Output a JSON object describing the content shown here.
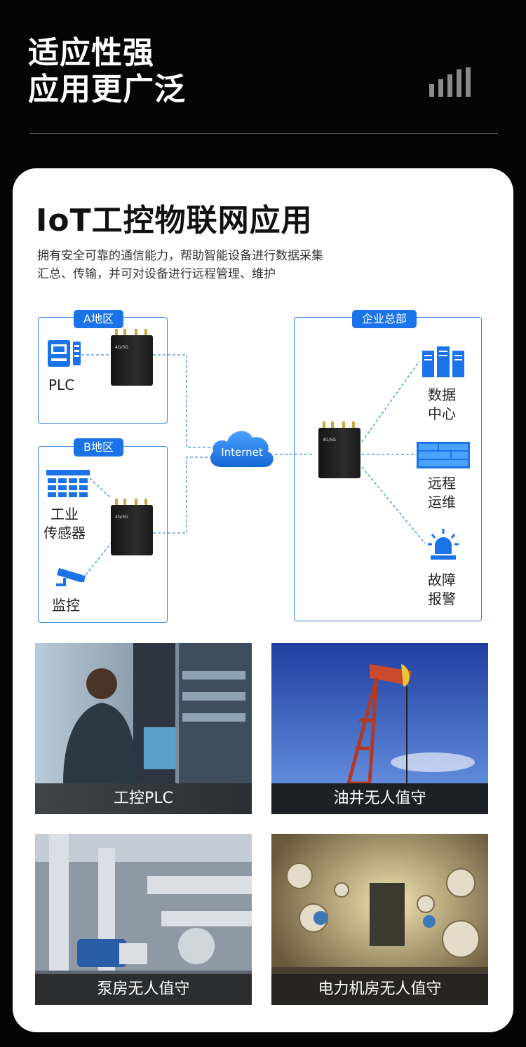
{
  "hero": {
    "line1": "适应性强",
    "line2": "应用更广泛"
  },
  "card": {
    "title": "IoT工控物联网应用",
    "description_line1": "拥有安全可靠的通信能力，帮助智能设备进行数据采集",
    "description_line2": "汇总、传输，并可对设备进行远程管理、维护"
  },
  "diagram": {
    "region_a": {
      "tag": "A地区",
      "device": "PLC"
    },
    "region_b": {
      "tag": "B地区",
      "sensor_line1": "工业",
      "sensor_line2": "传感器",
      "camera": "监控"
    },
    "cloud": "Internet",
    "hq": {
      "tag": "企业总部",
      "data_center_line1": "数据",
      "data_center_line2": "中心",
      "remote_line1": "远程",
      "remote_line2": "运维",
      "alarm_line1": "故障",
      "alarm_line2": "报警"
    },
    "router_badge": "4G/5G"
  },
  "photos": [
    {
      "caption": "工控PLC"
    },
    {
      "caption": "油井无人值守"
    },
    {
      "caption": "泵房无人值守"
    },
    {
      "caption": "电力机房无人值守"
    }
  ],
  "colors": {
    "accent": "#1a73e8",
    "dashed": "#3b8fe8",
    "background": "#050505"
  }
}
